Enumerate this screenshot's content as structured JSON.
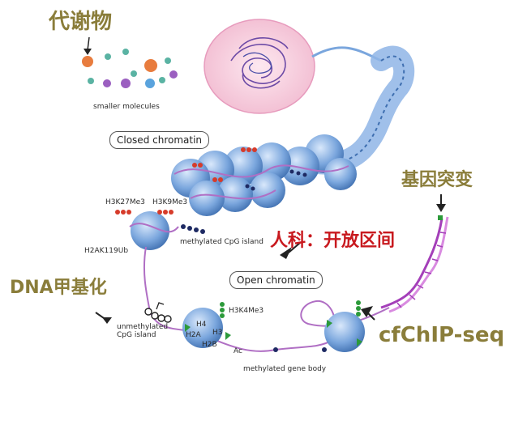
{
  "labels": {
    "metabolites": "代谢物",
    "smaller_molecules": "smaller molecules",
    "closed_chromatin": "Closed chromatin",
    "open_chromatin": "Open chromatin",
    "gene_mutation": "基因突变",
    "dna_methylation": "DNA甲基化",
    "atac": "人科：开放区间",
    "cfchip": "cfChIP-seq",
    "h3k27me3": "H3K27Me3",
    "h3k9me3": "H3K9Me3",
    "h2ak119ub": "H2AK119Ub",
    "methylated_cpg_island": "methylated CpG island",
    "unmethylated_cpg_island_1": "unmethylated",
    "unmethylated_cpg_island_2": "CpG island",
    "h3k4me3": "H3K4Me3",
    "h4": "H4",
    "h3": "H3",
    "h2a": "H2A",
    "h2b": "H2B",
    "ac": "Ac",
    "methylated_gene_body": "methylated gene body"
  },
  "colors": {
    "label_olive": "#8a7d3a",
    "label_red": "#c8191e",
    "nucleosome_blue": "#7aa6dd",
    "dna_strand": "#b06fc4",
    "nucleus_pink": "#f6c6d9",
    "methyl_mark": "#1e2a63",
    "acetyl_mark": "#2c9a3a",
    "repressive_mark": "#d63b2a"
  }
}
